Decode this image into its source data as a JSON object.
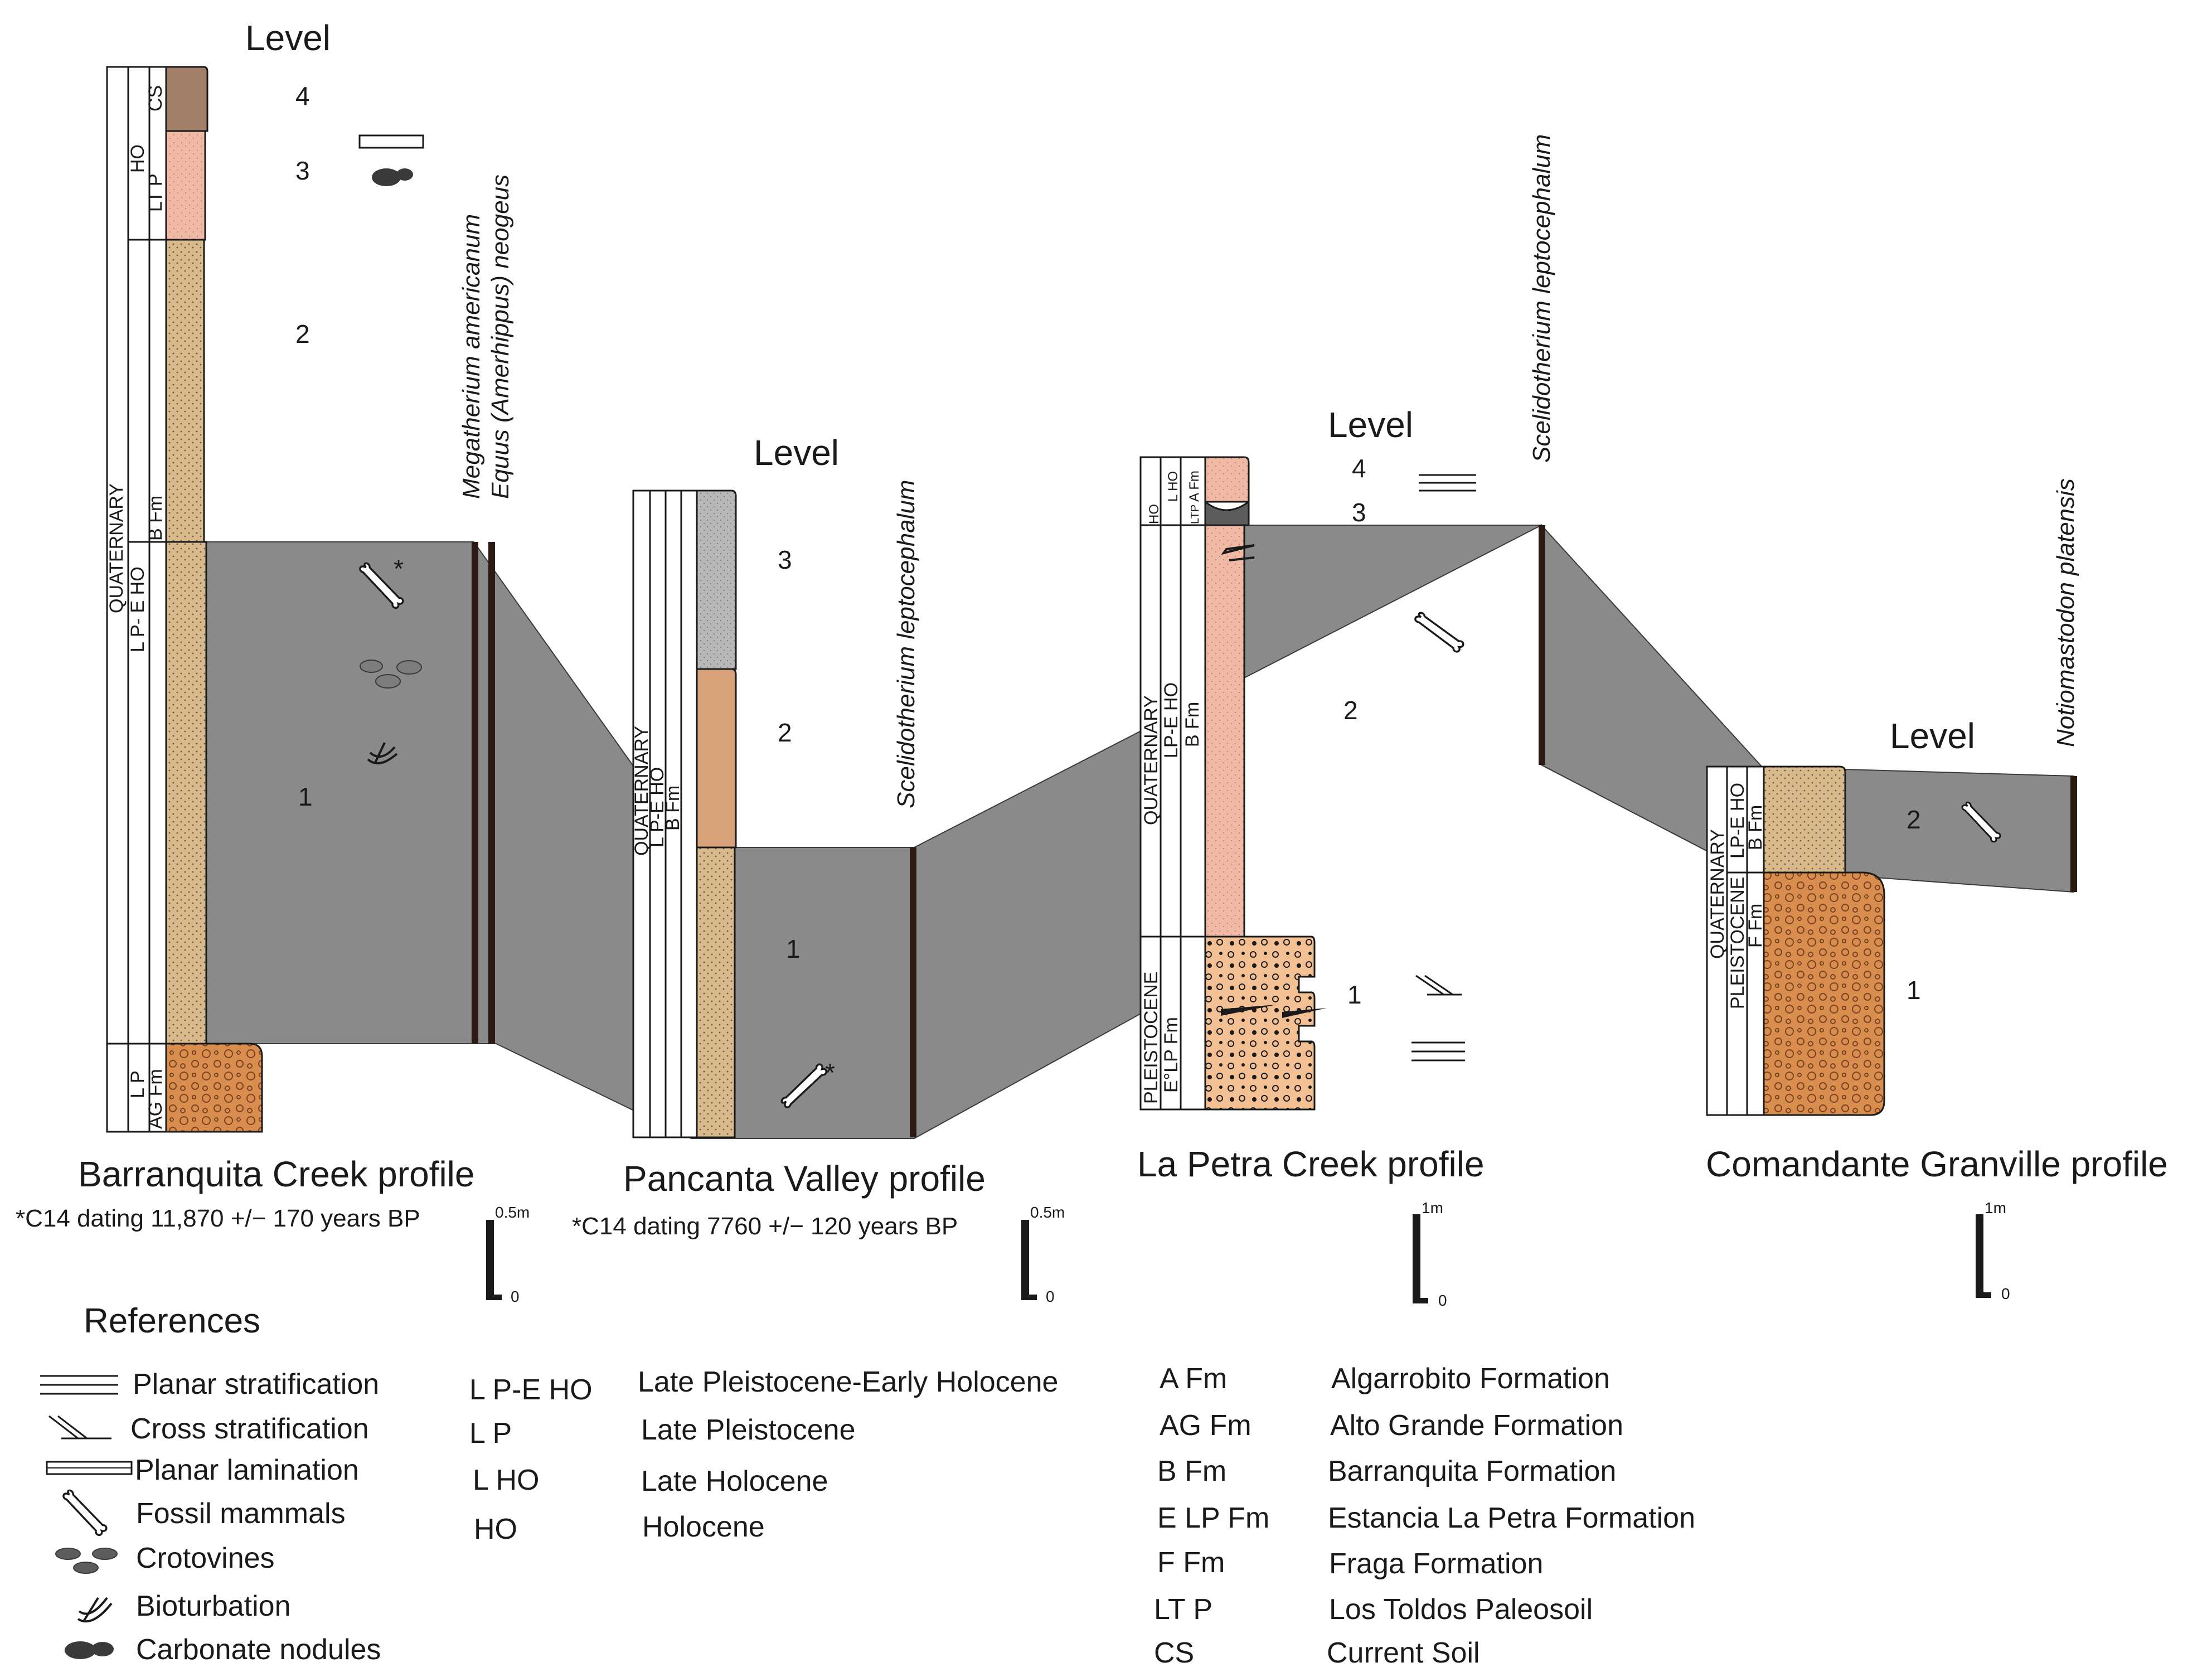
{
  "diagram": {
    "level_label": "Level",
    "profiles": [
      {
        "title": "Barranquita Creek profile",
        "dating": "*C14 dating 11,870 +/− 170 years BP",
        "scale_top": "0.5m",
        "scale_bottom": "0",
        "species": [
          "Megatherium americanum",
          "Equus (Amerhippus) neogeus"
        ],
        "levels": [
          "4",
          "3",
          "2",
          "1"
        ],
        "chrono": [
          "QUATERNARY",
          "L P- E HO",
          "L P",
          "HO",
          "LT P"
        ],
        "formations": [
          "B Fm",
          "AG Fm",
          "CS"
        ]
      },
      {
        "title": "Pancanta Valley profile",
        "dating": "*C14 dating 7760 +/− 120 years BP",
        "scale_top": "0.5m",
        "scale_bottom": "0",
        "species": [
          "Scelidotherium leptocephalum"
        ],
        "levels": [
          "3",
          "2",
          "1"
        ],
        "chrono": [
          "QUATERNARY",
          "L P-E HO"
        ],
        "formations": [
          "B Fm"
        ]
      },
      {
        "title": "La Petra Creek profile",
        "scale_top": "1m",
        "scale_bottom": "0",
        "species": [
          "Scelidotherium leptocephalum"
        ],
        "levels": [
          "4",
          "3",
          "2",
          "1"
        ],
        "chrono": [
          "QUATERNARY",
          "LP-E HO",
          "PLEISTOCENE",
          "E°LP Fm",
          "L HO",
          "HO"
        ],
        "formations": [
          "B Fm",
          "A Fm",
          "LTP"
        ]
      },
      {
        "title": "Comandante Granville profile",
        "scale_top": "1m",
        "scale_bottom": "0",
        "species": [
          "Notiomastodon platensis"
        ],
        "levels": [
          "2",
          "1"
        ],
        "chrono": [
          "QUATERNARY",
          "LP-E HO",
          "PLEISTOCENE"
        ],
        "formations": [
          "B Fm",
          "F Fm"
        ]
      }
    ],
    "asterisk": "*"
  },
  "references": {
    "title": "References",
    "symbols": [
      {
        "icon": "planar-stratification-icon",
        "label": "Planar stratification"
      },
      {
        "icon": "cross-stratification-icon",
        "label": "Cross stratification"
      },
      {
        "icon": "planar-lamination-icon",
        "label": "Planar lamination"
      },
      {
        "icon": "fossil-bone-icon",
        "label": "Fossil mammals"
      },
      {
        "icon": "crotovine-icon",
        "label": "Crotovines"
      },
      {
        "icon": "bioturbation-icon",
        "label": "Bioturbation"
      },
      {
        "icon": "carbonate-nodule-icon",
        "label": "Carbonate nodules"
      }
    ],
    "ages": [
      {
        "abbr": "L P-E HO",
        "name": "Late Pleistocene-Early Holocene"
      },
      {
        "abbr": "L P",
        "name": "Late Pleistocene"
      },
      {
        "abbr": "L HO",
        "name": "Late Holocene"
      },
      {
        "abbr": "HO",
        "name": "Holocene"
      }
    ],
    "formations": [
      {
        "abbr": "A Fm",
        "name": "Algarrobito Formation"
      },
      {
        "abbr": "AG Fm",
        "name": "Alto Grande Formation"
      },
      {
        "abbr": "B Fm",
        "name": "Barranquita Formation"
      },
      {
        "abbr": "E LP Fm",
        "name": "Estancia La Petra Formation"
      },
      {
        "abbr": "F Fm",
        "name": "Fraga Formation"
      },
      {
        "abbr": "LT P",
        "name": "Los Toldos Paleosoil"
      },
      {
        "abbr": "CS",
        "name": "Current Soil"
      }
    ]
  },
  "colors": {
    "correlation_band": "#8a8a8a",
    "sand": "#d8b98c",
    "pink": "#f0b9a4",
    "soil": "#a47f68",
    "conglomerate": "#d98e50",
    "grey_layer": "#b8b8b8",
    "bar": "#2b1a14"
  }
}
